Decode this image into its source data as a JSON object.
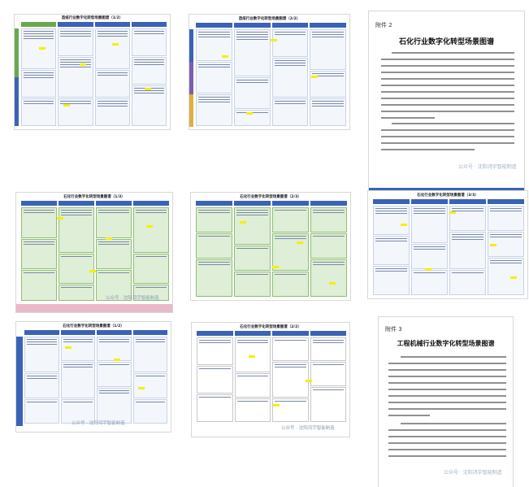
{
  "thumbnails": [
    {
      "title": "造纸行业数字化转型场景图谱（1/2）",
      "theme": "blue-green"
    },
    {
      "title": "造纸行业数字化转型场景图谱（2/2）",
      "theme": "blue-purple"
    },
    {
      "tag": "附件 2",
      "title": "石化行业数字化转型场景图谱",
      "watermark": "公众号 · 沈阳鸿宇智能制造"
    },
    {
      "title": "石化行业数字化转型场景图谱（1/3）",
      "theme": "green",
      "watermark": "公众号 · 沈阳鸿宇智能制造"
    },
    {
      "title": "石化行业数字化转型场景图谱（2/3）",
      "theme": "green"
    },
    {
      "title": "石化行业数字化转型场景图谱（3/3）",
      "theme": "blue"
    },
    {
      "title": "石化行业数字化转型场景图谱（1/2）",
      "theme": "blue",
      "watermark": "公众号 · 沈阳鸿宇智能制造"
    },
    {
      "title": "石化行业数字化转型场景图谱（2/2）",
      "theme": "white",
      "watermark": "公众号 · 沈阳鸿宇智能制造"
    },
    {
      "tag": "附件 3",
      "title": "工程机械行业数字化转型场景图谱",
      "watermark": "公众号 · 沈阳鸿宇智能制造"
    }
  ],
  "colors": {
    "blue": "#3a63b6",
    "green": "#6aa84f",
    "yellow": "#f5f000",
    "purple": "#7b5fb1",
    "pink": "#e7b9c9"
  }
}
